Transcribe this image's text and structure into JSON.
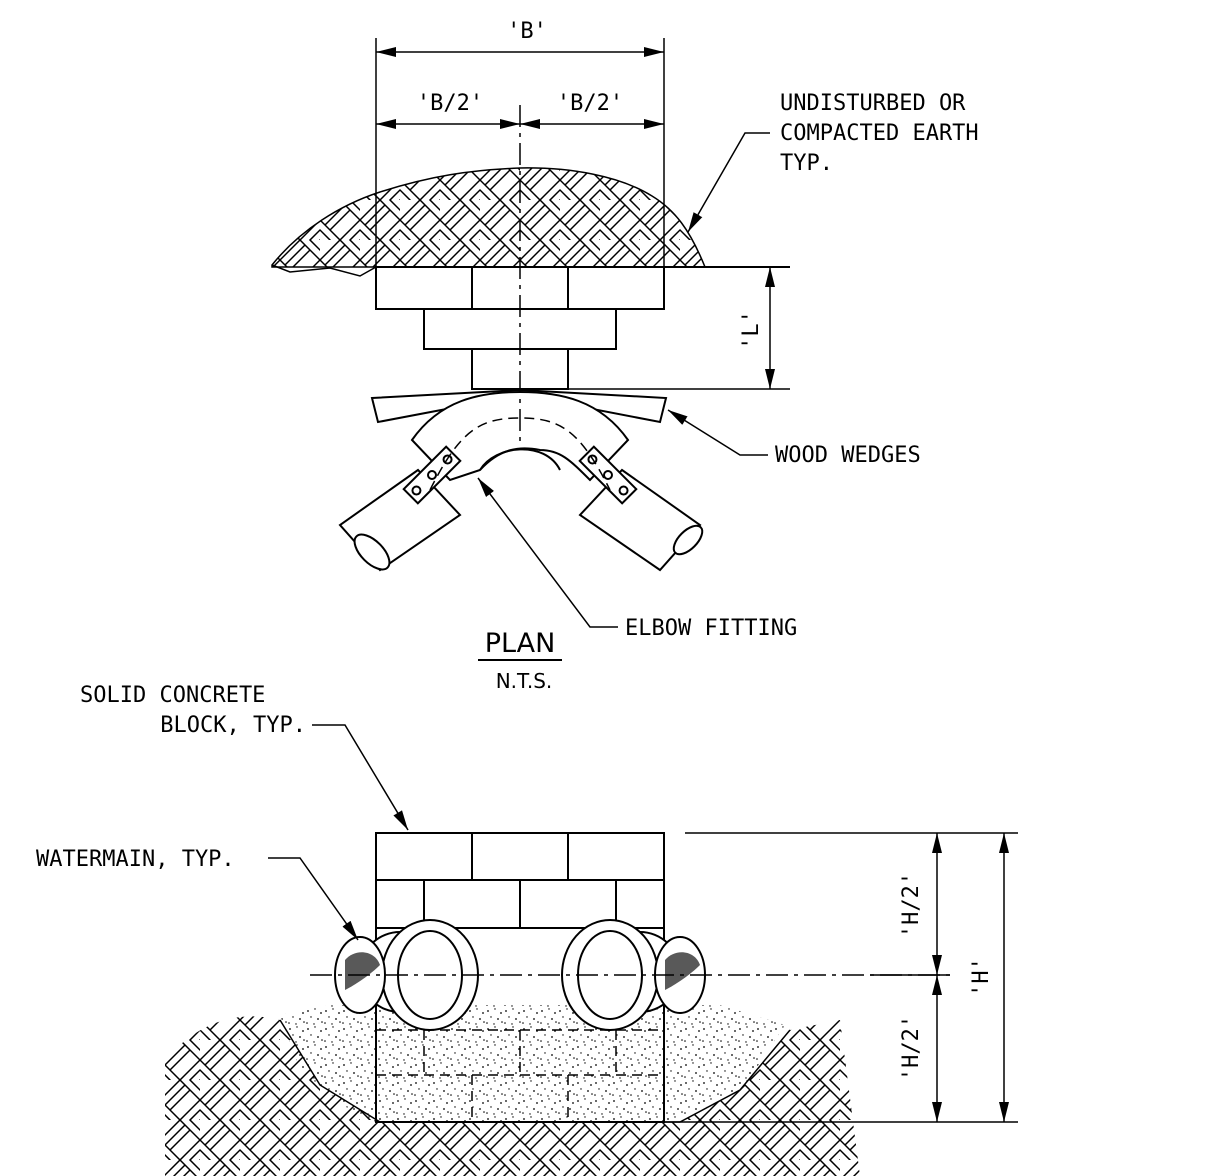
{
  "dimensions": {
    "b": "'B'",
    "b_half_left": "'B/2'",
    "b_half_right": "'B/2'",
    "l": "'L'",
    "h": "'H'",
    "h_half_top": "'H/2'",
    "h_half_bottom": "'H/2'"
  },
  "callouts": {
    "earth_line1": "UNDISTURBED OR",
    "earth_line2": "COMPACTED EARTH",
    "earth_line3": "TYP.",
    "wedges": "WOOD WEDGES",
    "elbow": "ELBOW FITTING",
    "block_line1": "SOLID CONCRETE",
    "block_line2": "BLOCK, TYP.",
    "watermain": "WATERMAIN, TYP."
  },
  "plan": {
    "title": "PLAN",
    "scale": "N.T.S."
  },
  "colors": {
    "ink": "#000000",
    "paper": "#ffffff"
  }
}
